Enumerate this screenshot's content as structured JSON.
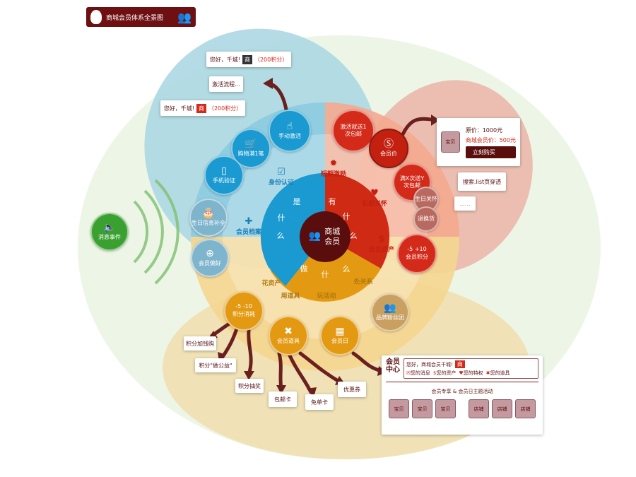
{
  "header": {
    "title": "商城会员体系全景图",
    "icon": "lightbulb-icon"
  },
  "core": {
    "label": "商城会员",
    "is_what": [
      "是",
      "什",
      "么"
    ],
    "has_what": [
      "有",
      "什",
      "么"
    ],
    "do_what": [
      "做",
      "什",
      "么"
    ]
  },
  "blue": {
    "activate": "手动激活",
    "purchase": "购物满1笔",
    "phone": "手机验证",
    "birthday": "生日信息补全",
    "preference": "会员偏好",
    "identity": "身份认证",
    "profile": "会员档案"
  },
  "red": {
    "free_ship": "激活就送1次包邮",
    "member_price": "会员价",
    "x_for_y": "满X次送Y次包邮",
    "bday_care": "生日关怀",
    "returns": "退换货",
    "short_term": "短期激励",
    "long_term": "长期关怀",
    "assets": "会员资产",
    "points": "会员积分",
    "points_icon": "-5 +10"
  },
  "orange": {
    "spend": "花资产",
    "use_props": "用道具",
    "play": "玩活动",
    "relations": "处关系",
    "points_use": "积分消耗",
    "points_icon": "-5 -10",
    "props": "会员道具",
    "member_day": "会员日",
    "fan_club": "品牌粉丝团"
  },
  "message_event": "消息事件",
  "activation_flow": {
    "greeting_before": "您好，千城!",
    "badge": "商",
    "points": "（200积分）",
    "flow": "激活流程...",
    "greeting_after": "您好，千城!",
    "points_after": "（200积分）"
  },
  "price_card": {
    "item": "宝贝",
    "original": "原价：1000元",
    "member": "商城会员价：500元",
    "buy": "立刻购买"
  },
  "search_box": "搜索.list页穿透",
  "small_box": "......",
  "point_uses": [
    "积分加钱购",
    "积分\"做公益\"",
    "积分抽奖"
  ],
  "prop_uses": [
    "包邮卡",
    "免单卡",
    "优惠券"
  ],
  "member_center": {
    "title": "会员中心",
    "greeting": "您好，商城会员千城!",
    "badge": "商",
    "links": [
      "您的消息",
      "您的资产",
      "您的特权",
      "您的道具"
    ],
    "subtitle": "会员专享 & 会员日主题活动",
    "tiles": [
      "宝贝",
      "宝贝",
      "宝贝",
      "店铺",
      "店铺",
      "店铺"
    ]
  }
}
